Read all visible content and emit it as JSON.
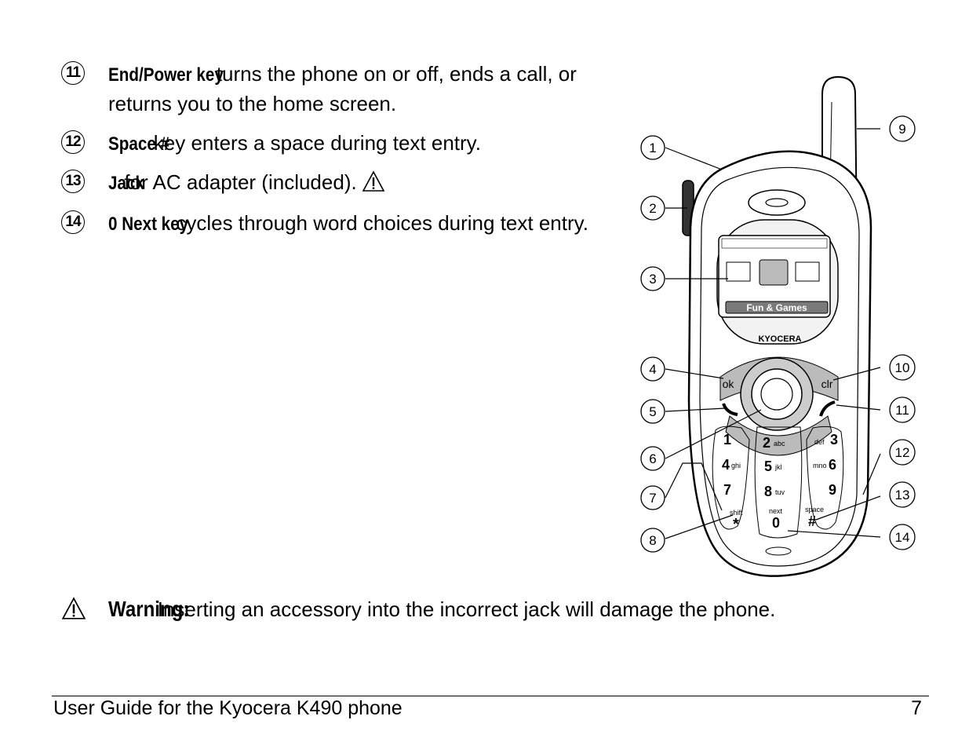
{
  "items": [
    {
      "number": "11",
      "term": "End/Power key",
      "text": " turns the phone on or off, ends a call, or returns you to the home screen."
    },
    {
      "number": "12",
      "term": "Space #",
      "text": " key enters a space during text entry."
    },
    {
      "number": "13",
      "term": "Jack",
      "text": " for AC adapter (included)."
    },
    {
      "number": "14",
      "term": "0 Next key",
      "text": " cycles through word choices during text entry."
    }
  ],
  "warning": {
    "term": "Warning:",
    "text": " Inserting an accessory into the incorrect jack will damage the phone."
  },
  "footer": {
    "title": "User Guide for the Kyocera K490 phone",
    "page": "7"
  },
  "phone": {
    "screen_label": "Fun & Games",
    "brand": "KYOCERA",
    "callouts": [
      "1",
      "2",
      "3",
      "4",
      "5",
      "6",
      "7",
      "8",
      "9",
      "10",
      "11",
      "12",
      "13",
      "14"
    ],
    "keys": {
      "ok": "ok",
      "clr": "clr",
      "k1": "1",
      "k2": "2",
      "k2s": "abc",
      "k3": "3",
      "k3s": "def",
      "k4": "4",
      "k4s": "ghi",
      "k5": "5",
      "k5s": "jkl",
      "k6": "6",
      "k6s": "mno",
      "k7": "7",
      "k8": "8",
      "k8s": "tuv",
      "k9": "9",
      "kstar": "*",
      "kstars": "shift",
      "k0": "0",
      "k0s": "next",
      "khash": "#",
      "khashs": "space"
    }
  }
}
